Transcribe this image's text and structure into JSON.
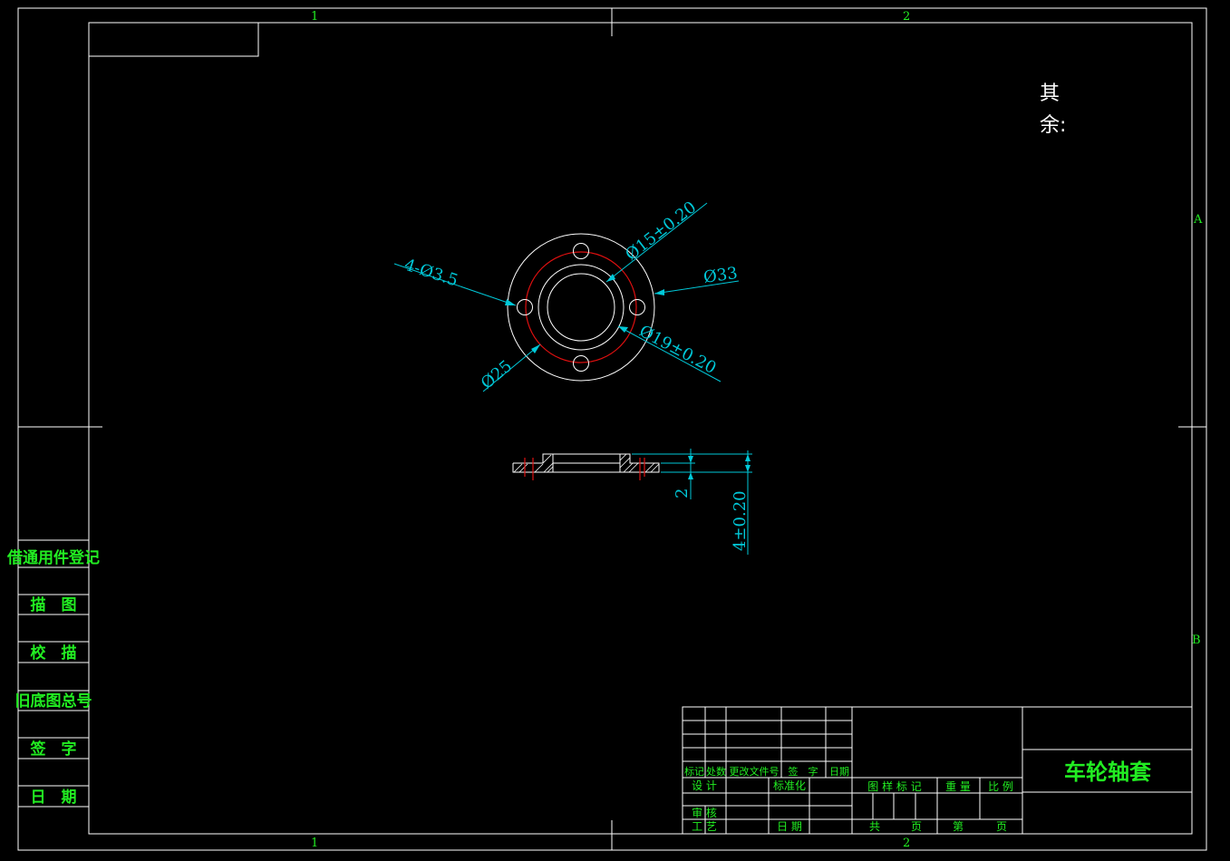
{
  "zones": {
    "col1": "1",
    "col2": "2",
    "rowA": "A",
    "rowB": "B"
  },
  "remark": {
    "line1": "其",
    "line2": "余:"
  },
  "dimensions": {
    "holes": "4-Ø3.5",
    "d15": "Ø15±0.20",
    "d33": "Ø33",
    "d19": "Ø19±0.20",
    "d25": "Ø25",
    "t2": "2",
    "t4": "4±0.20"
  },
  "side_table": {
    "items": [
      "借通用件登记",
      "描　图",
      "校　描",
      "旧底图总号",
      "签　字",
      "日　期"
    ]
  },
  "title_block": {
    "part_name": "车轮轴套",
    "rev_headers": [
      "标记",
      "处数",
      "更改文件号",
      "签　字",
      "日期"
    ],
    "design": "设 计",
    "standardize": "标准化",
    "review": "审 核",
    "process": "工 艺",
    "date": "日 期",
    "drawing_mark": "图 样 标 记",
    "weight": "重 量",
    "scale": "比 例",
    "total": "共",
    "page": "页",
    "sheet": "第",
    "page2": "页"
  },
  "colors": {
    "frame": "#ffffff",
    "text": "#22ee22",
    "dimension": "#00c8d8",
    "centerline": "#e01010"
  }
}
